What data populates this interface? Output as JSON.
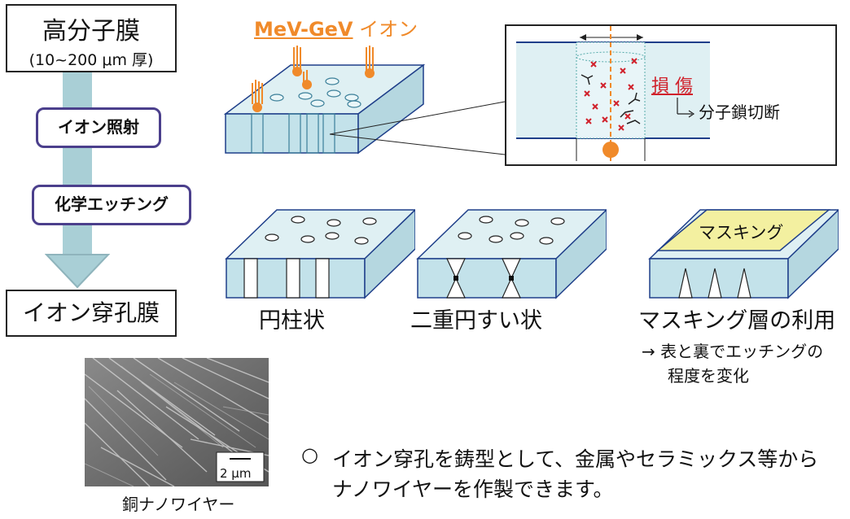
{
  "flow": {
    "start_title": "高分子膜",
    "start_sub": "(10~200 μm 厚)",
    "step1": "イオン照射",
    "step2": "化学エッチング",
    "end": "イオン穿孔膜"
  },
  "ion_label": {
    "energy": "MeV-GeV",
    "rest": " イオン"
  },
  "zoom": {
    "damage": "損 傷",
    "chain_scission": "分子鎖切断"
  },
  "shapes": {
    "cylinder": "円柱状",
    "double_cone": "二重円すい状",
    "masking_layer": "マスキング層の利用",
    "masking_label": "マスキング",
    "masking_note_1": "→ 表と裏でエッチングの",
    "masking_note_2": "程度を変化"
  },
  "photo": {
    "scale": "2 μm",
    "caption": "銅ナノワイヤー"
  },
  "note": {
    "bullet": "○",
    "line1": "イオン穿孔を鋳型として、金属やセラミックス等から",
    "line2": "ナノワイヤーを作製できます。"
  },
  "colors": {
    "arrow": "#a9cfd6",
    "step_border": "#4b3f8c",
    "ion": "#f08a2a",
    "membrane_top": "#dff0f3",
    "membrane_side": "#c3e2ea",
    "membrane_edge": "#1f3f8a",
    "damage": "#d0212b",
    "mask": "#f3f0a0"
  }
}
